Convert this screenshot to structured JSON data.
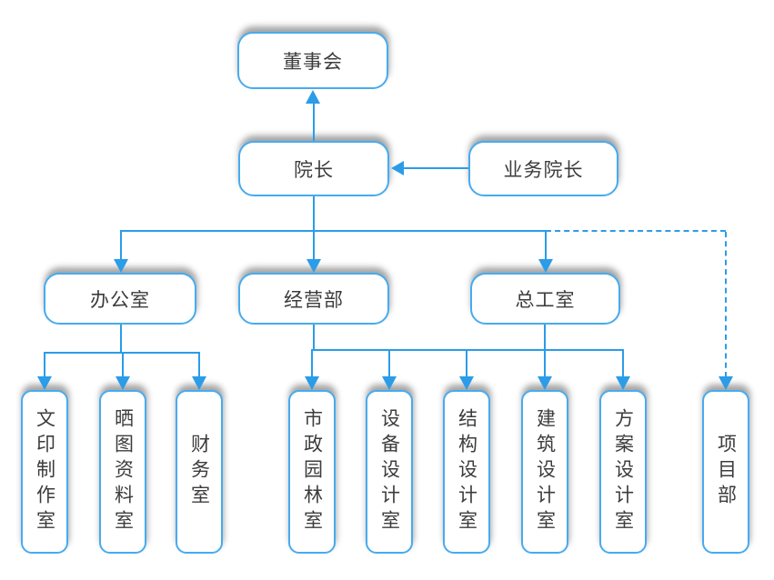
{
  "org_chart": {
    "nodes": {
      "board": "董事会",
      "dean": "院长",
      "business_dean": "业务院长",
      "office": "办公室",
      "operations": "经营部",
      "chief_engineer": "总工室",
      "print_room": "文印制作室",
      "blueprint_room": "晒图资料室",
      "finance_room": "财务室",
      "municipal_garden_room": "市政园林室",
      "equipment_design_room": "设备设计室",
      "structure_design_room": "结构设计室",
      "architecture_design_room": "建筑设计室",
      "scheme_design_room": "方案设计室",
      "project_dept": "项目部"
    },
    "edges": [
      {
        "from": "dean",
        "to": "board",
        "style": "solid-arrow"
      },
      {
        "from": "business_dean",
        "to": "dean",
        "style": "solid-arrow"
      },
      {
        "from": "dean",
        "to": "office",
        "style": "solid-arrow"
      },
      {
        "from": "dean",
        "to": "operations",
        "style": "solid-arrow"
      },
      {
        "from": "dean",
        "to": "chief_engineer",
        "style": "solid-arrow"
      },
      {
        "from": "dean",
        "to": "project_dept",
        "style": "dashed-arrow"
      },
      {
        "from": "office",
        "to": "print_room",
        "style": "solid-arrow"
      },
      {
        "from": "office",
        "to": "blueprint_room",
        "style": "solid-arrow"
      },
      {
        "from": "office",
        "to": "finance_room",
        "style": "solid-arrow"
      },
      {
        "from": [
          "operations",
          "chief_engineer"
        ],
        "to": [
          "municipal_garden_room",
          "equipment_design_room",
          "structure_design_room",
          "architecture_design_room",
          "scheme_design_room"
        ],
        "style": "solid-arrow"
      }
    ],
    "colors": {
      "line": "#2B9CE8",
      "box_border": "#47ABEF",
      "text": "#3C3C3C"
    }
  }
}
